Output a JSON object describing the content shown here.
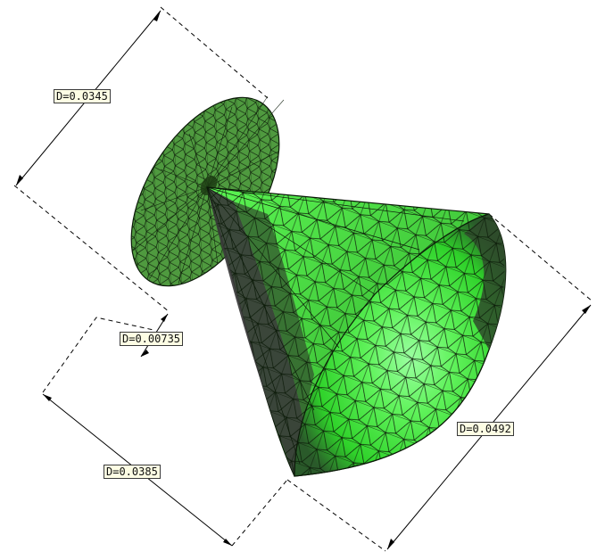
{
  "dimensions": [
    {
      "id": "disk-diameter",
      "label": "D=0.0345"
    },
    {
      "id": "gap",
      "label": "D=0.00735"
    },
    {
      "id": "cone-base-diameter",
      "label": "D=0.0492"
    },
    {
      "id": "cone-height",
      "label": "D=0.0385"
    }
  ],
  "colors": {
    "disk": "#4f9a3f",
    "cone_bright": "#47f43a",
    "cone_mid": "#3fb83a",
    "cone_dark": "#3a3a3a",
    "cone_highlight": "#86ff86",
    "mesh": "#0b1a08",
    "dim_line": "#000000",
    "label_bg": "#fdfde4"
  }
}
